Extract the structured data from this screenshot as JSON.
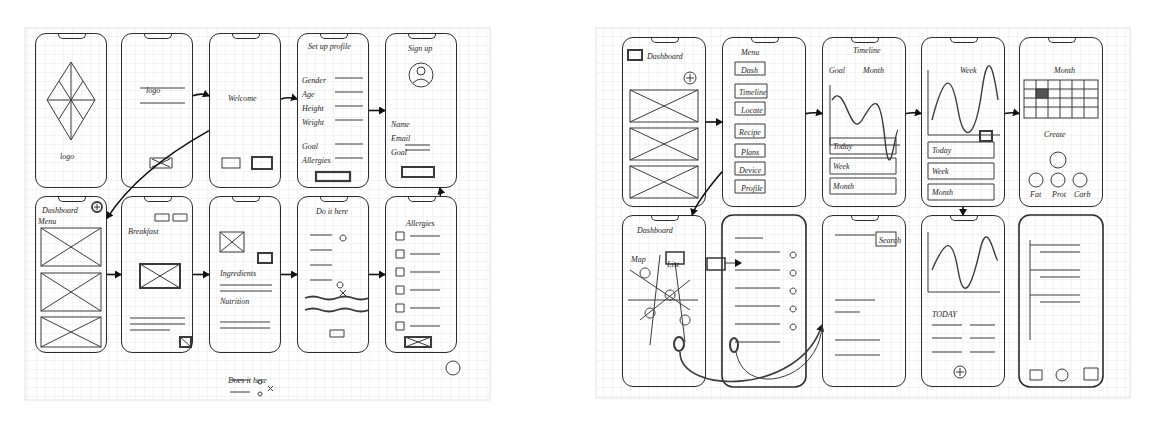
{
  "diagram": {
    "nodes": [
      {
        "text": [
          "logo"
        ]
      },
      {
        "text": [
          "logo"
        ]
      },
      {
        "text": [
          "Welcome"
        ]
      },
      {
        "text": [
          "Set up profile",
          "Gender",
          "Age",
          "Height",
          "Weight",
          "Goal",
          "Allergies"
        ]
      },
      {
        "text": [
          "Sign up",
          "Name",
          "Email",
          "Goal"
        ]
      },
      {
        "text": [
          "Dashboard",
          "Menu"
        ]
      },
      {
        "text": [
          "Breakfast"
        ]
      },
      {
        "text": [
          "Ingredients",
          "Nutrition"
        ]
      },
      {
        "text": [
          "Do it here"
        ]
      },
      {
        "text": [
          "Allergies"
        ]
      },
      {
        "text": [
          "Dashboard"
        ]
      },
      {
        "text": [
          "Menu",
          "Dash",
          "Timeline",
          "Locate",
          "Recipe",
          "Plans",
          "Device",
          "Profile"
        ]
      },
      {
        "text": [
          "Timeline",
          "Goal",
          "Month",
          "Today",
          "Week",
          "Month"
        ]
      },
      {
        "text": [
          "Week",
          "Today",
          "Week",
          "Month"
        ]
      },
      {
        "text": [
          "Month",
          "Create",
          "Fat",
          "Prot",
          "Carb"
        ]
      },
      {
        "text": [
          "Dashboard",
          "Map",
          "List"
        ]
      },
      {
        "text": [
          "Search"
        ]
      },
      {
        "text": [
          "TODAY"
        ]
      }
    ],
    "edges": [
      {
        "from": 1,
        "to": 2,
        "arrow": "to"
      },
      {
        "from": 2,
        "to": 3,
        "arrow": "to"
      },
      {
        "from": 3,
        "to": 4,
        "arrow": "to"
      },
      {
        "from": 2,
        "to": 5,
        "arrow": "to"
      },
      {
        "from": 5,
        "to": 6,
        "arrow": "to"
      },
      {
        "from": 6,
        "to": 7,
        "arrow": "to"
      },
      {
        "from": 7,
        "to": 8,
        "arrow": "to"
      },
      {
        "from": 8,
        "to": 9,
        "arrow": "to"
      },
      {
        "from": 9,
        "to": 4,
        "arrow": "to"
      },
      {
        "from": 10,
        "to": 11,
        "arrow": "to"
      },
      {
        "from": 11,
        "to": 12,
        "arrow": "to"
      },
      {
        "from": 12,
        "to": 13,
        "arrow": "to"
      },
      {
        "from": 13,
        "to": 14,
        "arrow": "to"
      },
      {
        "from": 13,
        "to": 17,
        "arrow": "to"
      },
      {
        "from": 11,
        "to": 15,
        "arrow": "to"
      }
    ],
    "labels": [
      "Does it here"
    ]
  }
}
